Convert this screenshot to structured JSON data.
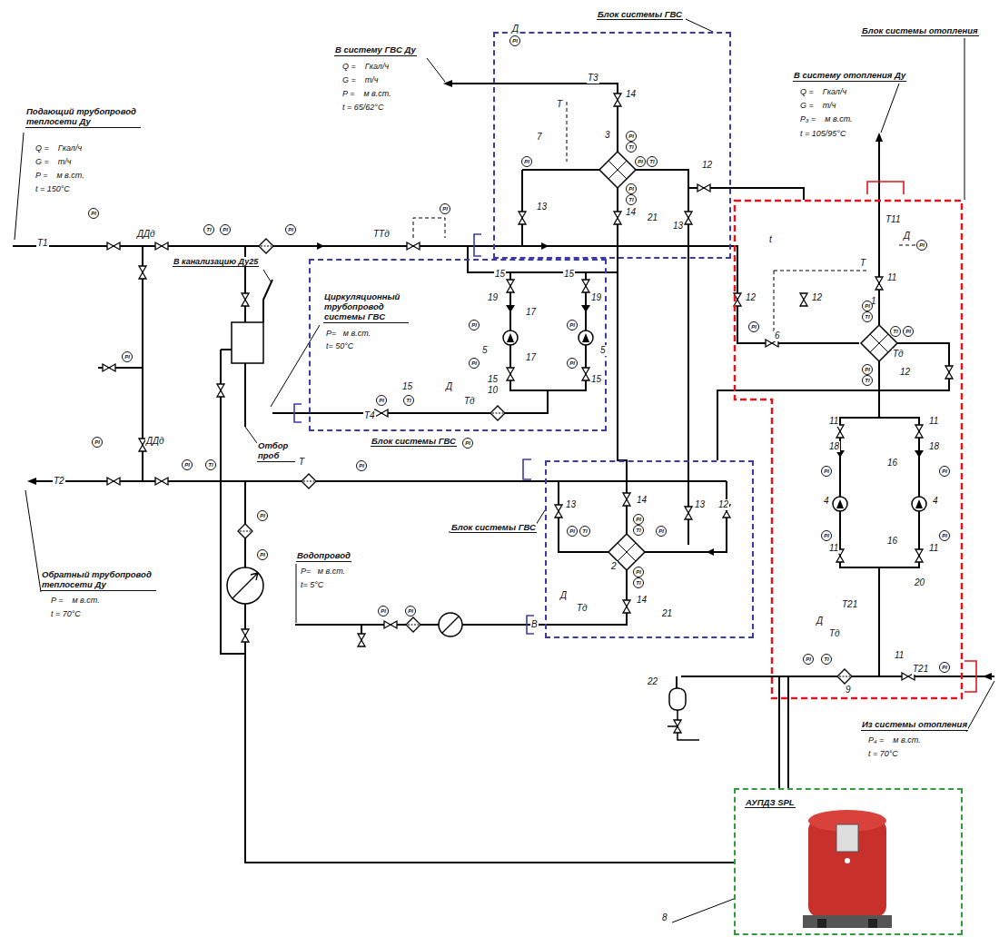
{
  "diagram": {
    "nodes": [
      {
        "text": [
          "Блок системы ГВС"
        ]
      },
      {
        "text": [
          "Блок системы ГВС"
        ]
      },
      {
        "text": [
          "Блок системы ГВС"
        ]
      },
      {
        "text": [
          "Блок системы отопления"
        ]
      },
      {
        "text": [
          "АУПДЗ SPL"
        ]
      }
    ],
    "edges": [
      {
        "from": 1,
        "to": 0,
        "arrow": "none"
      },
      {
        "from": 0,
        "to": 2,
        "arrow": "none"
      },
      {
        "from": 2,
        "to": 3,
        "arrow": "none"
      },
      {
        "from": 4,
        "to": 3,
        "arrow": "none"
      },
      {
        "from": 0,
        "to": 3,
        "arrow": "none"
      }
    ],
    "labels": [
      "Подающий трубопровод теплосети Ду",
      "Q =    Гкал/ч",
      "G =    т/ч",
      "P =    м в.ст.",
      "t = 150°C",
      "Т1",
      "ДДд",
      "ТТд",
      "В канализацию Ду25",
      "Циркуляционный трубопровод системы ГВС",
      "P=   м в.ст.",
      "t= 50°C",
      "Отбор проб",
      "Т2",
      "ДДд",
      "Т",
      "Обратный трубопровод теплосети Ду",
      "P =    м в.ст.",
      "t = 70°C",
      "Водопровод",
      "P=   м в.ст.",
      "t= 5°C",
      "В",
      "В систему ГВС Ду",
      "Q =    Гкал/ч",
      "G =    т/ч",
      "P =    м в.ст.",
      "t = 65/62°C",
      "Д",
      "Т3",
      "Т",
      "14",
      "14",
      "7",
      "3",
      "13",
      "13",
      "21",
      "12",
      "15",
      "15",
      "19",
      "19",
      "17",
      "5",
      "17",
      "5",
      "15",
      "15",
      "15",
      "Д",
      "Тд",
      "10",
      "Т4",
      "В систему отопления Ду",
      "Q =    Гкал/ч",
      "G =    т/ч",
      "P₃ =    м в.ст.",
      "t = 105/95°C",
      "Т11",
      "Д",
      "Т",
      "11",
      "t",
      "1",
      "12",
      "12",
      "6",
      "Тд",
      "12",
      "11",
      "11",
      "18",
      "18",
      "16",
      "4",
      "4",
      "16",
      "11",
      "11",
      "20",
      "Т21",
      "Д",
      "Тд",
      "9",
      "11",
      "Т21",
      "Из системы отопления",
      "P₄ =    м в.ст.",
      "t = 70°C",
      "13",
      "14",
      "13",
      "12",
      "2",
      "14",
      "Д",
      "Тд",
      "21",
      "22",
      "8",
      "PI",
      "TI",
      "PI",
      "PI",
      "PI",
      "PI",
      "PI",
      "PI",
      "TI",
      "PI",
      "PI",
      "PI",
      "PI",
      "PI",
      "PI",
      "PI",
      "TI",
      "PI",
      "PI",
      "PI",
      "PI",
      "PI",
      "PI",
      "PI",
      "TI",
      "PI",
      "TI",
      "PI",
      "TI",
      "PI",
      "TI",
      "PI",
      "TI",
      "PI",
      "PI",
      "TI",
      "PI",
      "PI",
      "TI",
      "PI",
      "TI",
      "PI",
      "PI",
      "TI",
      "PI",
      "PI",
      "PI",
      "PI",
      "PI",
      "TI",
      "PI"
    ]
  }
}
